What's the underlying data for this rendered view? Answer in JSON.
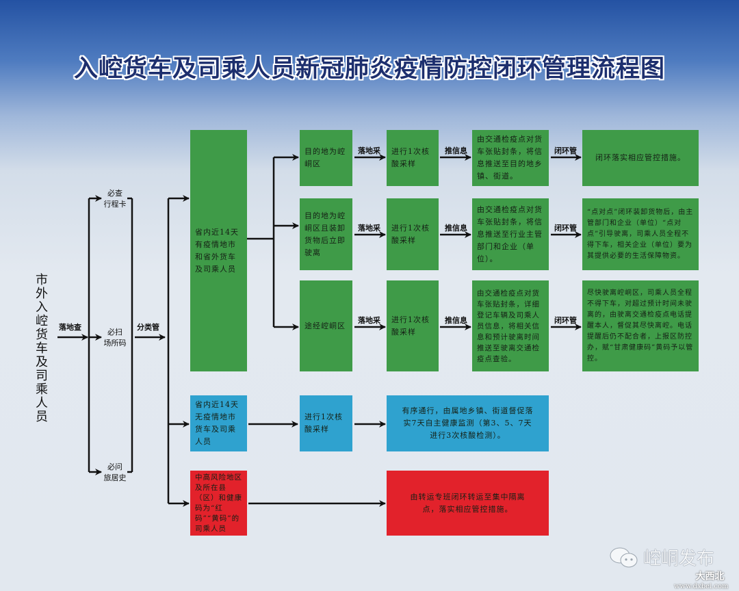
{
  "title": "入崆货车及司乘人员新冠肺炎疫情防控闭环管理流程图",
  "start": "市外入崆货车及司乘人员",
  "arrow_labels": {
    "check": "落地查",
    "classify": "分类管",
    "sample": "落地采",
    "push": "推信息",
    "close": "闭环管"
  },
  "checks": [
    "必查\n行程卡",
    "必扫\n场所码",
    "必问\n旅居史"
  ],
  "colors": {
    "green": "#3f9b48",
    "blue": "#2fa2cf",
    "red": "#e2222b"
  },
  "categories": {
    "green": {
      "label": "省内近14天有疫情地市和省外货车及司乘人员",
      "rows": [
        {
          "dest": "目的地为崆峒区",
          "sample": "进行1次核酸采样",
          "info": "由交通检疫点对货车张贴封条，将信息推送至目的地乡镇、街道。",
          "control": "闭环落实相应管控措施。"
        },
        {
          "dest": "目的地为崆峒区且装卸货物后立即驶离",
          "sample": "进行1次核酸采样",
          "info": "由交通检疫点对货车张贴封条，将信息推送至行业主管部门和企业（单位）。",
          "control": "“点对点”闭环装卸货物后，由主管部门和企业（单位）“点对点”引导驶离，司乘人员全程不得下车，相关企业（单位）要为其提供必要的生活保障物资。"
        },
        {
          "dest": "途经崆峒区",
          "sample": "进行1次核酸采样",
          "info": "由交通检疫点对货车张贴封条，详细登记车辆及司乘人员信息，将相关信息和预计驶离时间推送至驶离交通检疫点查验。",
          "control": "尽快驶离崆峒区，司乘人员全程不得下车，对超过预计时间未驶离的，由驶离交通检疫点电话提醒本人，督促其尽快离崆。电话提醒后仍不配合者，上报区防控办，赋“甘肃健康码”黄码予以管控。"
        }
      ]
    },
    "blue": {
      "label": "省内近14天无疫情地市货车及司乘人员",
      "sample": "进行1次核酸采样",
      "result": "有序通行，由属地乡镇、街道督促落实7天自主健康监测（第3、5、7天进行3次核酸检测）。"
    },
    "red": {
      "label": "中高风险地区及所在县（区）和健康码为“红码”“黄码”的司乘人员",
      "result": "由转运专班闭环转运至集中隔离点，落实相应管控措施。"
    }
  },
  "watermark": {
    "account": "崆峒发布",
    "site_name": "大西北",
    "site_url": "www.dxbei.com"
  }
}
